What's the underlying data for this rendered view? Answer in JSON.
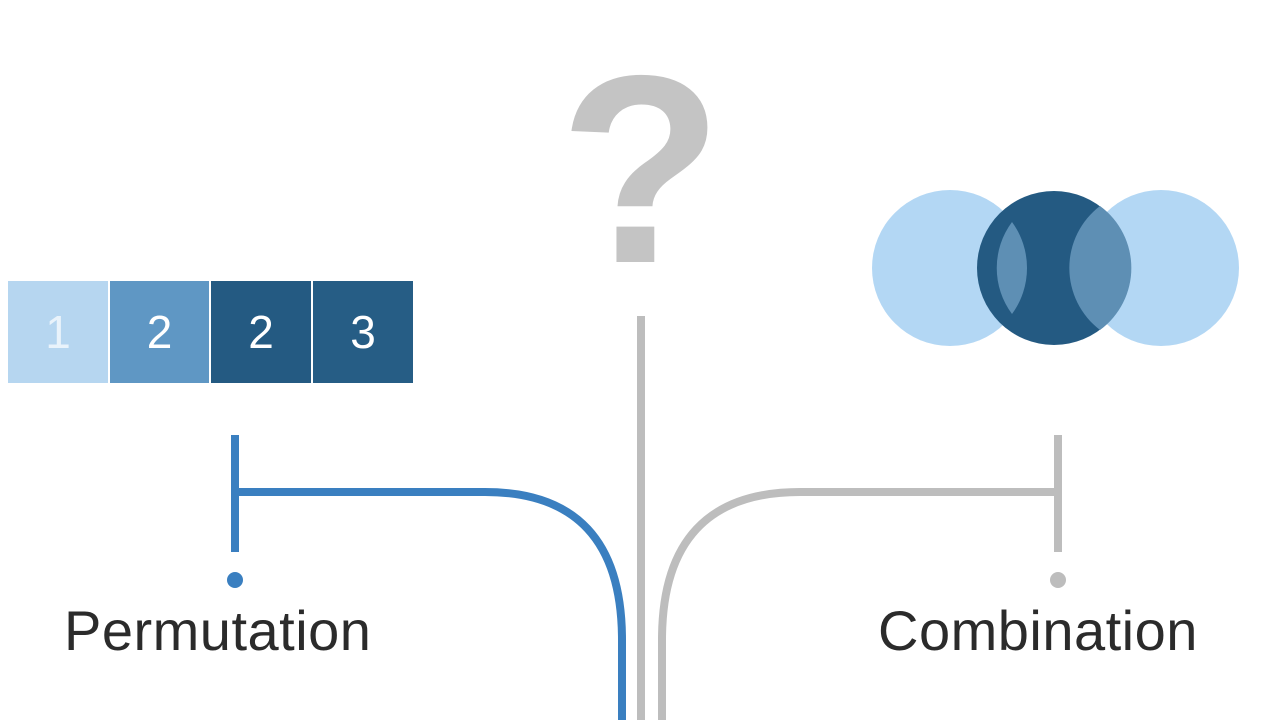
{
  "diagram": {
    "sequence": {
      "cells": [
        "1",
        "2",
        "2",
        "3"
      ]
    },
    "question_mark": "?",
    "left_branch": {
      "label": "Permutation",
      "color": "#3a7fc0"
    },
    "right_branch": {
      "label": "Combination",
      "color": "#bdbdbd"
    },
    "center_line_color": "#bdbdbd",
    "circles": {
      "light_color": "#a9d1f3",
      "dark_color": "#245a82",
      "overlap_color": "#5e8fb4"
    }
  }
}
